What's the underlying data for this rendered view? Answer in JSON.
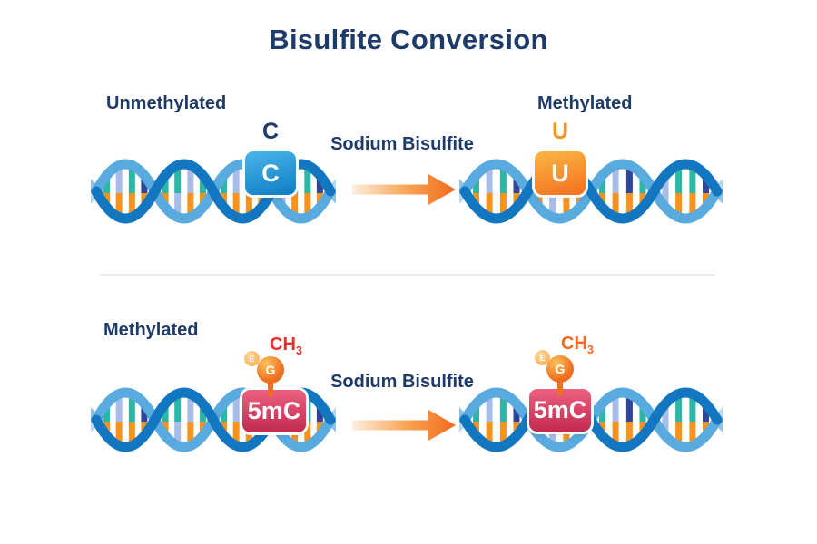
{
  "title": "Bisulfite Conversion",
  "row1": {
    "left_label": "Unmethylated",
    "right_label": "Methylated",
    "reagent": "Sodium Bisulfite",
    "unmethylated_base_letter": "C",
    "unmethylated_block": "C",
    "converted_base_letter": "U",
    "converted_block": "U"
  },
  "row2": {
    "left_label": "Methylated",
    "reagent": "Sodium Bisulfite",
    "left_block": "5mC",
    "right_block": "5mC",
    "methyl_ch": "CH",
    "methyl_sub": "3",
    "ball_g": "G",
    "ball_e": "E"
  },
  "palette": {
    "navy": "#1e3a68",
    "strand_light": "#58aadf",
    "strand_dark": "#1277c0",
    "rung_teal": "#2cb6a6",
    "rung_orange": "#f6921e",
    "rung_periwinkle": "#a7bde7",
    "rung_navy": "#2f449b",
    "c_block_top": "#4ab5ea",
    "c_block_bottom": "#0e7dc2",
    "u_block_top": "#fbb743",
    "u_block_bottom": "#f26f21",
    "mc_block_top": "#ec617f",
    "mc_block_bottom": "#c22950",
    "methyl_red": "#e8302b",
    "methyl_orange": "#f26b21",
    "ball_orange": "#f07022",
    "arrow_light": "#fdeedd",
    "arrow_mid": "#f8a24f",
    "arrow_dark": "#f26a1e",
    "divider": "#e9e9ef",
    "rung_top_colors": [
      "#2cb6a6",
      "#a7bde7",
      "#2cb6a6",
      "#2f449b",
      "#2cb6a6",
      "#2cb6a6",
      "#a7bde7",
      "#2cb6a6",
      "#2cb6a6",
      "#a7bde7",
      "#2f449b",
      "#2cb6a6",
      "#a7bde7",
      "#2cb6a6",
      "#2cb6a6",
      "#2f449b"
    ],
    "rung_bottom_colors": [
      "#f6921e",
      "#f6921e",
      "#f6921e",
      "#f6921e",
      "#f6921e",
      "#a7bde7",
      "#f6921e",
      "#f6921e",
      "#f6921e",
      "#f6921e",
      "#f6921e",
      "#f6921e",
      "#a7bde7",
      "#f6921e",
      "#f6921e",
      "#f6921e"
    ]
  }
}
